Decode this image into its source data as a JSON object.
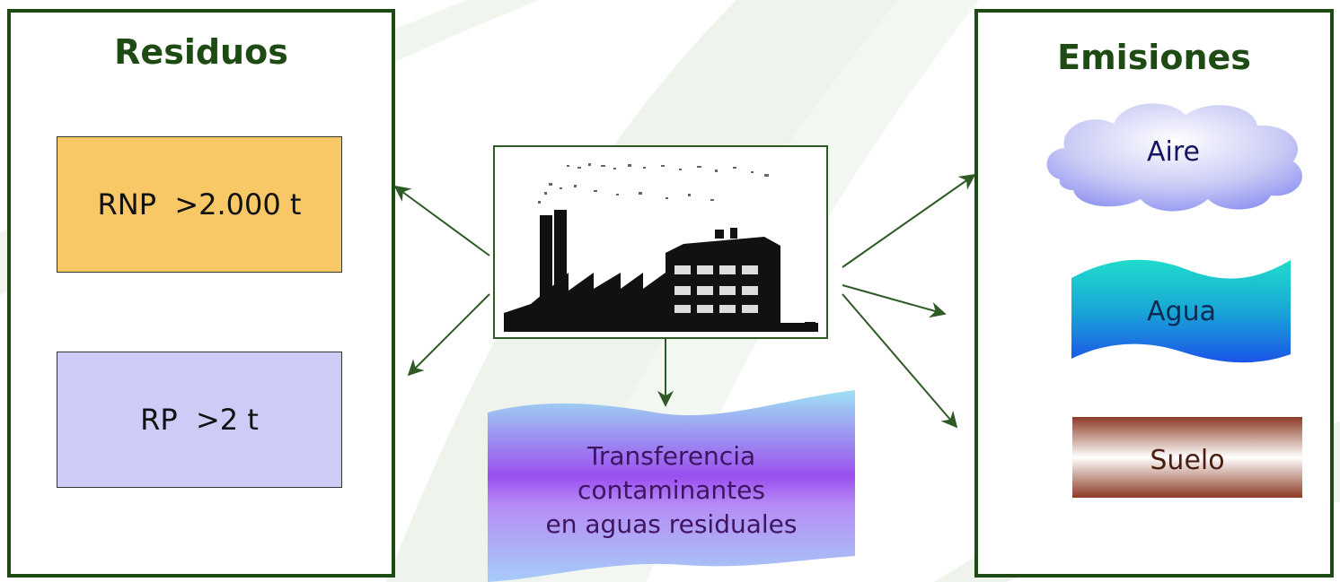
{
  "left_panel": {
    "title": "Residuos",
    "boxes": [
      {
        "label": "RNP  >2.000 t"
      },
      {
        "label": "RP  >2 t"
      }
    ]
  },
  "right_panel": {
    "title": "Emisiones",
    "items": [
      {
        "label": "Aire",
        "shape": "cloud"
      },
      {
        "label": "Agua",
        "shape": "wave-flag"
      },
      {
        "label": "Suelo",
        "shape": "gradient-band"
      }
    ]
  },
  "factory": {
    "icon": "factory-icon"
  },
  "transfer": {
    "lines": [
      "Transferencia",
      "contaminantes",
      "en aguas residuales"
    ],
    "shape": "wave-flag"
  },
  "colors": {
    "border_green": "#1e4a14",
    "rnp_fill": "#f8c766",
    "rp_fill": "#cdccf6",
    "arrow": "#2d5a25"
  }
}
